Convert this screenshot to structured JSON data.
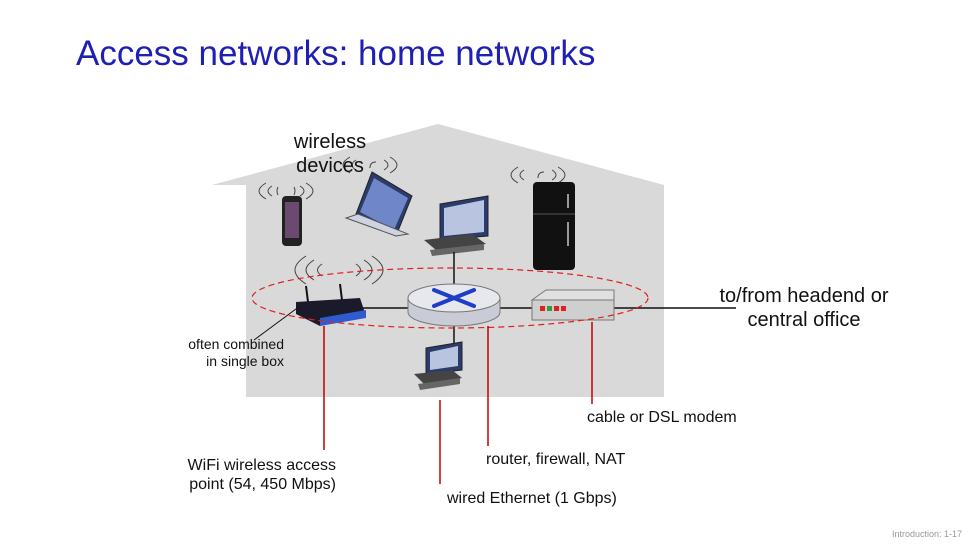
{
  "slide": {
    "title": "Access networks: home networks",
    "footer": "Introduction: 1-17"
  },
  "labels": {
    "wireless_devices_line1": "wireless",
    "wireless_devices_line2": "devices",
    "headend_line1": "to/from headend or",
    "headend_line2": "central office",
    "combined_line1": "often combined",
    "combined_line2": "in single box",
    "modem": "cable or DSL modem",
    "router": "router, firewall, NAT",
    "wifi_line1": "WiFi wireless access",
    "wifi_line2": "point (54, 450 Mbps)",
    "ethernet": "wired Ethernet (1 Gbps)"
  },
  "colors": {
    "title": "#1f1fb4",
    "house": "#d9d9d9",
    "callout_line": "#c00000",
    "dashed_ring": "#e02020",
    "router_arrows": "#1f3ec8"
  }
}
